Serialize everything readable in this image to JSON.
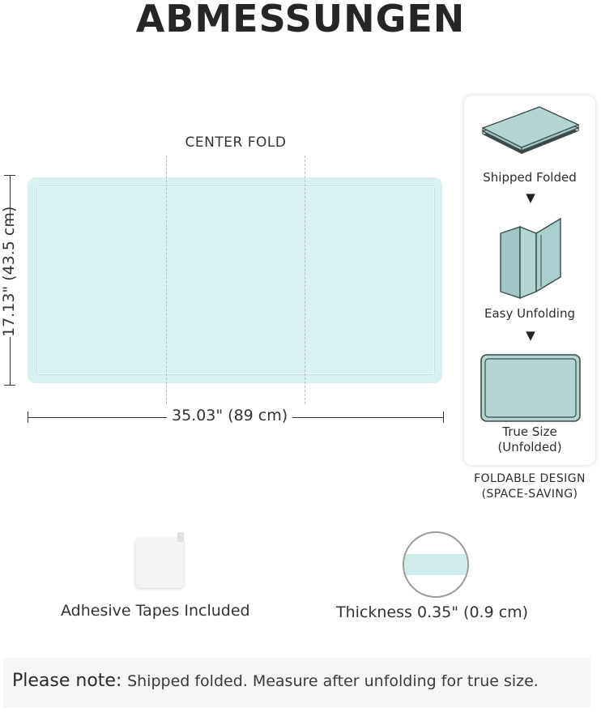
{
  "title": "ABMESSUNGEN",
  "center_fold_label": "CENTER FOLD",
  "width_label": "35.03\"  (89 cm)",
  "height_label": "17.13\"  (43.5 cm)",
  "mat_color": "#d8f0f2",
  "foldable": {
    "steps": [
      {
        "label": "Shipped Folded",
        "icon": "folded-mat-icon"
      },
      {
        "label": "Easy Unfolding",
        "icon": "unfolding-mat-icon"
      },
      {
        "label_line1": "True Size",
        "label_line2": "(Unfolded)",
        "icon": "unfolded-mat-icon"
      }
    ],
    "caption_line1": "FOLDABLE DESIGN",
    "caption_line2": "(SPACE-SAVING)"
  },
  "features": {
    "tapes": "Adhesive Tapes Included",
    "thickness": "Thickness 0.35\"  (0.9 cm)"
  },
  "note": {
    "label": "Please note:",
    "text": "Shipped folded. Measure after unfolding for true size."
  }
}
